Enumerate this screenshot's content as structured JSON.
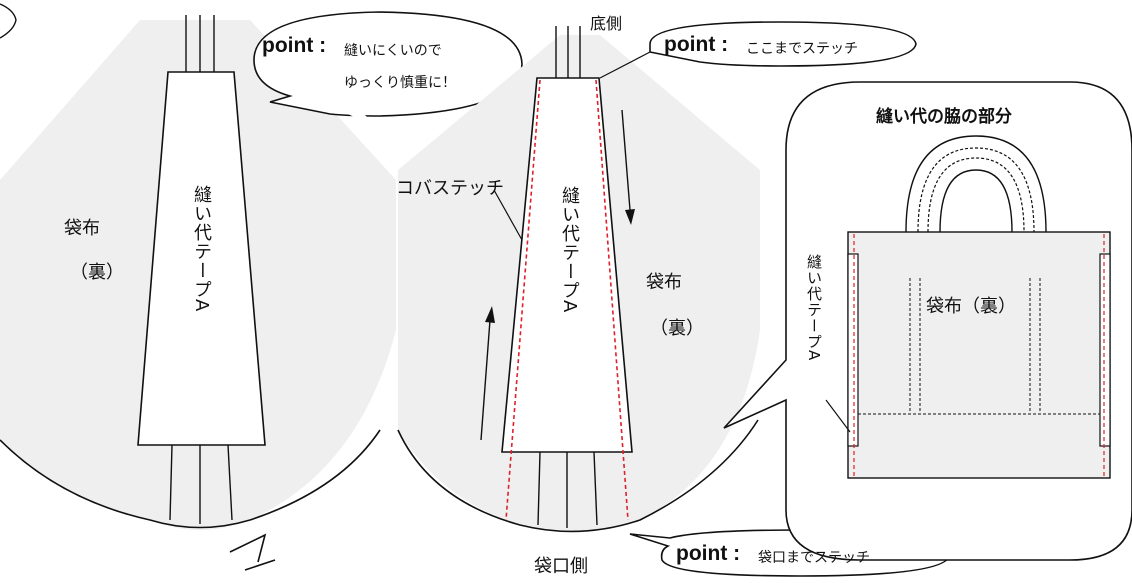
{
  "left_panel": {
    "fabric_label": "袋布",
    "fabric_sub": "（裏）",
    "tape_label": "縫い代テープA"
  },
  "left_callout": {
    "point": "point :",
    "line1": "縫いにくいので",
    "line2": "ゆっくり慎重に！"
  },
  "middle_panel": {
    "bottom_side": "底側",
    "bag_mouth_side": "袋口側",
    "edge_stitch": "コバステッチ",
    "tape_label": "縫い代テープA",
    "fabric_label": "袋布",
    "fabric_sub": "（裏）",
    "callout_top_point": "point :",
    "callout_top_text": "ここまでステッチ",
    "callout_bottom_point": "point :",
    "callout_bottom_text": "袋口までステッチ"
  },
  "right_panel": {
    "title": "縫い代の脇の部分",
    "fabric_label": "袋布（裏）",
    "tape_label": "縫い代テープA"
  },
  "colors": {
    "panel_fill": "#efefef",
    "stroke": "#111111",
    "stitch_red": "#e0202a"
  }
}
